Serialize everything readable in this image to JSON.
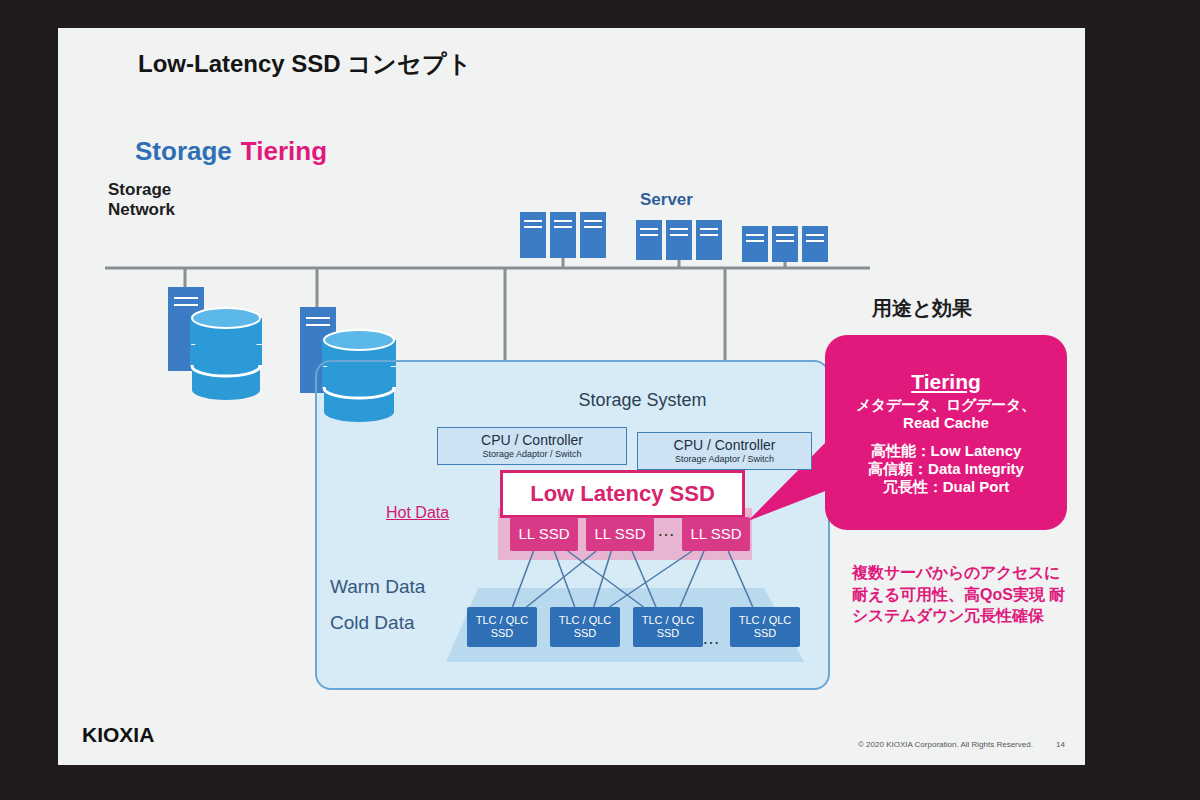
{
  "diagram": {
    "title": "Low-Latency SSD コンセプト",
    "nodes": [
      {
        "text": [
          "Storage System"
        ]
      },
      {
        "text": [
          "CPU / Controller",
          "Storage Adaptor / Switch"
        ],
        "in": 0
      },
      {
        "text": [
          "CPU / Controller",
          "Storage Adaptor / Switch"
        ],
        "in": 0
      },
      {
        "text": [
          "Low Latency SSD"
        ],
        "in": 0
      },
      {
        "text": [
          "LL SSD"
        ],
        "in": 0
      },
      {
        "text": [
          "LL SSD"
        ],
        "in": 0
      },
      {
        "text": [
          "LL SSD"
        ],
        "in": 0
      },
      {
        "text": [
          "TLC / QLC SSD"
        ],
        "in": 0
      },
      {
        "text": [
          "TLC / QLC SSD"
        ],
        "in": 0
      },
      {
        "text": [
          "TLC / QLC SSD"
        ],
        "in": 0
      },
      {
        "text": [
          "TLC / QLC SSD"
        ],
        "in": 0
      },
      {
        "text": [
          "Tiering",
          "メタデータ、ログデータ、 Read Cache",
          "高性能：Low Latency",
          "高信頼：Data Integrity",
          "冗長性：Dual Port"
        ]
      }
    ],
    "edges": [
      {
        "from": 4,
        "to": 7,
        "arrow": "none"
      },
      {
        "from": 4,
        "to": 8,
        "arrow": "none"
      },
      {
        "from": 4,
        "to": 9,
        "arrow": "none"
      },
      {
        "from": 5,
        "to": 7,
        "arrow": "none"
      },
      {
        "from": 5,
        "to": 8,
        "arrow": "none"
      },
      {
        "from": 5,
        "to": 9,
        "arrow": "none"
      },
      {
        "from": 6,
        "to": 8,
        "arrow": "none"
      },
      {
        "from": 6,
        "to": 9,
        "arrow": "none"
      },
      {
        "from": 6,
        "to": 10,
        "arrow": "none"
      }
    ],
    "labels": [
      "Storage",
      "Tiering",
      "Storage Network",
      "Server",
      "用途と効果",
      "Hot Data",
      "…",
      "Warm Data",
      "Cold Data",
      "…",
      "複数サーバからのアクセスに 耐える可用性、高QoS実現 耐システムダウン冗長性確保",
      "KIOXIA",
      "© 2020 KIOXIA Corporation. All Rights Reserved.",
      "14"
    ]
  }
}
